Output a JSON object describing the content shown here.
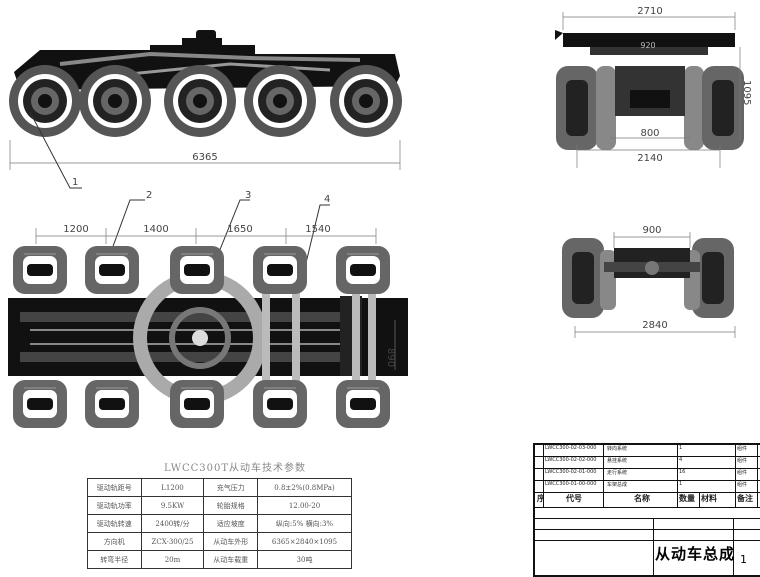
{
  "dimensions": {
    "side_length": "6365",
    "front_width": "2710",
    "front_height": "1095",
    "front_inner": "920",
    "front_track_inner": "800",
    "front_track": "2140",
    "plan_spacing_1": "1200",
    "plan_spacing_2": "1400",
    "plan_spacing_3": "1650",
    "plan_spacing_4": "1540",
    "plan_side": "890",
    "rear_top": "900",
    "rear_width": "2840"
  },
  "balloons": [
    "1",
    "2",
    "3",
    "4"
  ],
  "param_table": {
    "title": "LWCC300T从动车技术参数",
    "rows": [
      [
        "驱动轨距号",
        "L1200",
        "充气压力",
        "0.8±2%(0.8MPa)"
      ],
      [
        "驱动轨功率",
        "9.5KW",
        "轮胎规格",
        "12.00-20"
      ],
      [
        "驱动轨转速",
        "2400转/分",
        "适应坡度",
        "纵向:5%  横向:3%"
      ],
      [
        "方向机",
        "ZCX-300/25",
        "从动车外形",
        "6365×2840×1095"
      ],
      [
        "转弯半径",
        "20m",
        "从动车载重",
        "30吨"
      ]
    ]
  },
  "title_block": {
    "parts": [
      [
        "LWCC300-02-03-000",
        "转向系统",
        "1",
        "组件"
      ],
      [
        "LWCC300-02-02-000",
        "悬挂系统",
        "4",
        "组件"
      ],
      [
        "LWCC300-02-01-000",
        "走行系统",
        "16",
        "组件"
      ],
      [
        "LWCC300-01-00-000",
        "车架总成",
        "1",
        "组件"
      ]
    ],
    "headers": [
      "序",
      "代号",
      "名称",
      "数量",
      "材料",
      "备注"
    ],
    "drawing_name": "从动车总成",
    "sheet": "1"
  }
}
